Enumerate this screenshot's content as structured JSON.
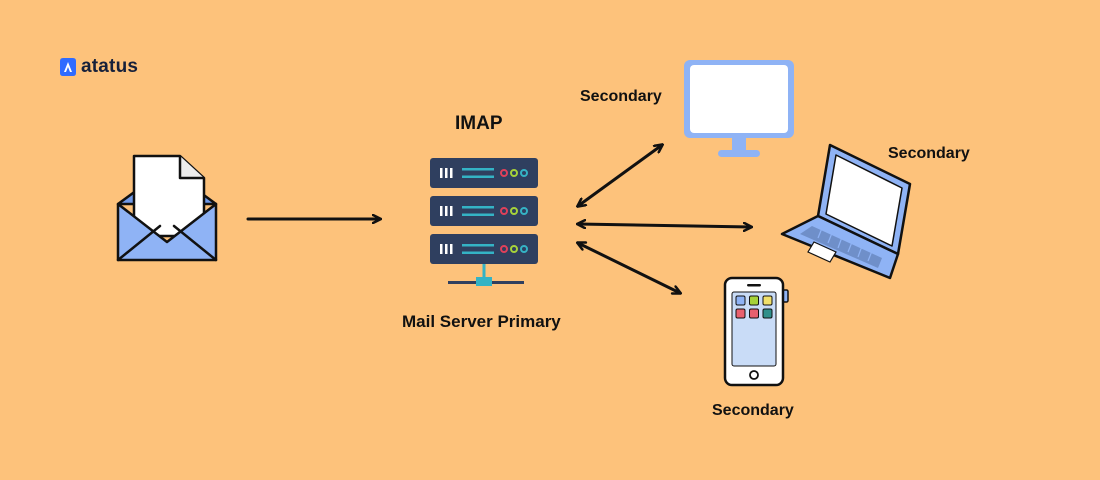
{
  "brand": {
    "name": "atatus",
    "logo_icon": "atatus-logo-icon",
    "color": "#2F6BFF"
  },
  "diagram": {
    "background": "#FDC27B",
    "protocol_label": "IMAP",
    "primary_label": "Mail Server Primary",
    "secondary_desktop_label": "Secondary",
    "secondary_laptop_label": "Secondary",
    "secondary_phone_label": "Secondary",
    "icons": {
      "email": "email-envelope-icon",
      "server": "server-rack-icon",
      "desktop": "desktop-monitor-icon",
      "laptop": "laptop-icon",
      "phone": "smartphone-icon"
    },
    "colors": {
      "envelope": "#8FB3F5",
      "server": "#2F3F5F",
      "server_cable": "#34B3C5",
      "device_screen": "#C9DCF7",
      "device_body": "#8FB3F5",
      "outline": "#111111"
    }
  }
}
